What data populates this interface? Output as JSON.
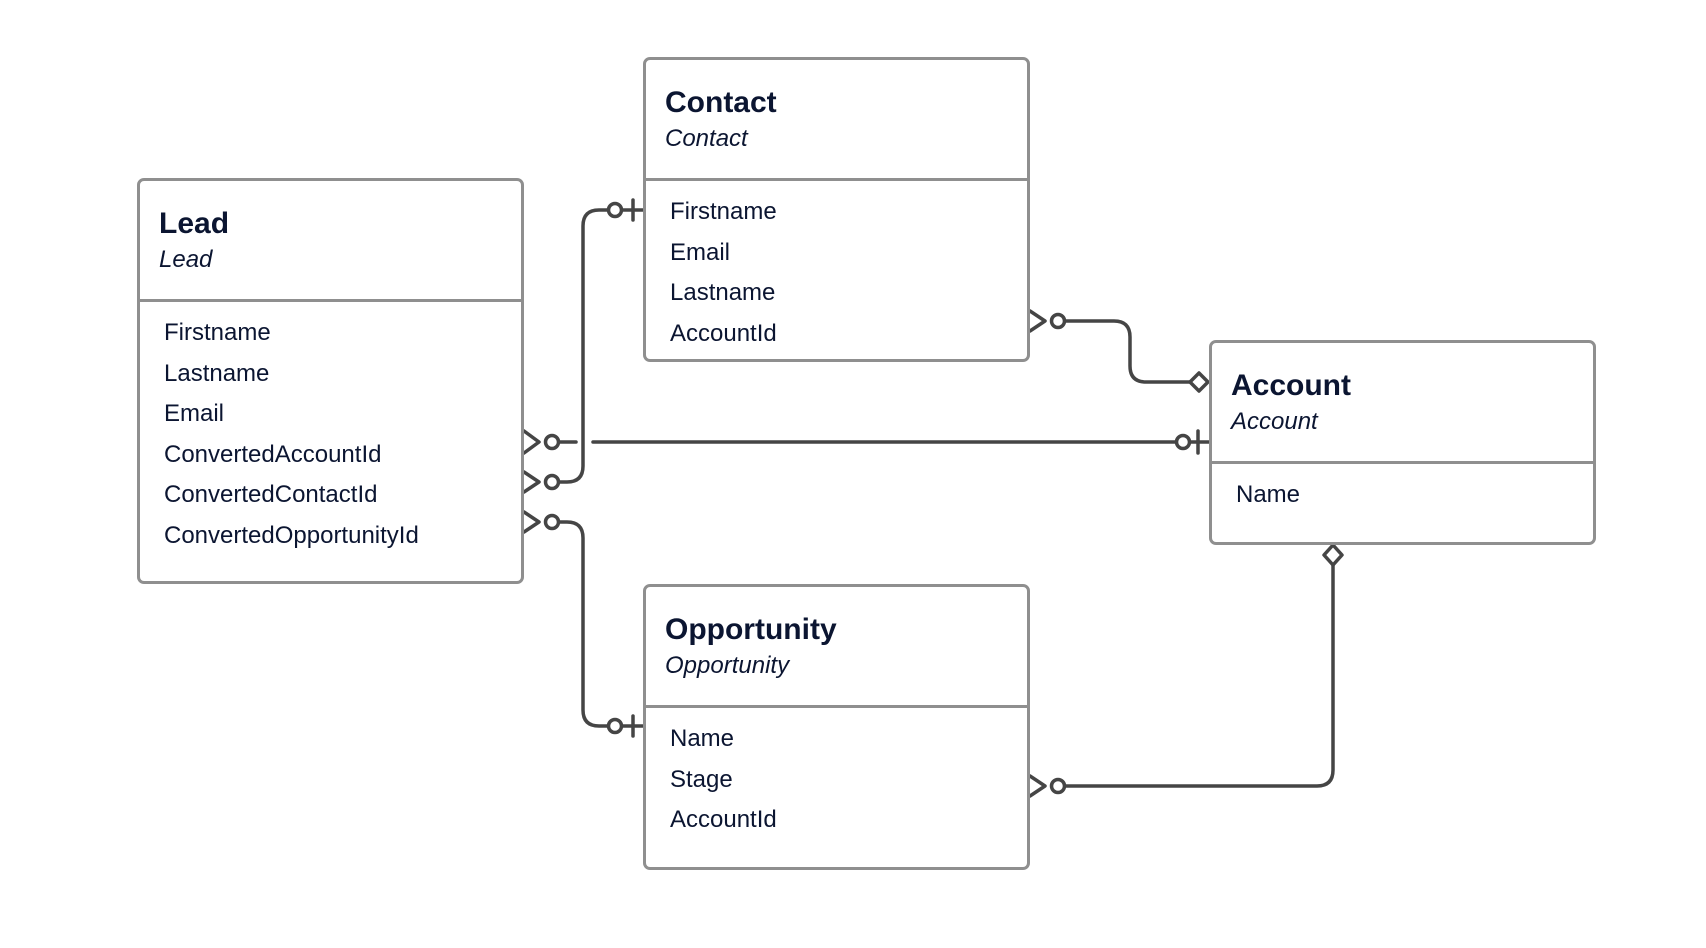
{
  "entities": {
    "lead": {
      "name": "Lead",
      "subtitle": "Lead",
      "fields": [
        "Firstname",
        "Lastname",
        "Email",
        "ConvertedAccountId",
        "ConvertedContactId",
        "ConvertedOpportunityId"
      ]
    },
    "contact": {
      "name": "Contact",
      "subtitle": "Contact",
      "fields": [
        "Firstname",
        "Email",
        "Lastname",
        "AccountId"
      ]
    },
    "account": {
      "name": "Account",
      "subtitle": "Account",
      "fields": [
        "Name"
      ]
    },
    "opportunity": {
      "name": "Opportunity",
      "subtitle": "Opportunity",
      "fields": [
        "Name",
        "Stage",
        "AccountId"
      ]
    }
  },
  "relationships": [
    {
      "from": "Lead.ConvertedAccountId",
      "from_end": "zero-or-many",
      "to": "Account",
      "to_end": "zero-or-one"
    },
    {
      "from": "Lead.ConvertedContactId",
      "from_end": "zero-or-many",
      "to": "Contact",
      "to_end": "zero-or-one"
    },
    {
      "from": "Lead.ConvertedOpportunityId",
      "from_end": "zero-or-many",
      "to": "Opportunity",
      "to_end": "zero-or-one"
    },
    {
      "from": "Contact.AccountId",
      "from_end": "zero-or-many",
      "to": "Account",
      "to_end": "aggregation"
    },
    {
      "from": "Opportunity.AccountId",
      "from_end": "zero-or-many",
      "to": "Account",
      "to_end": "aggregation"
    }
  ],
  "colors": {
    "line": "#454545",
    "box_border": "#8f8f8f",
    "text": "#0b1531",
    "background": "#ffffff"
  }
}
